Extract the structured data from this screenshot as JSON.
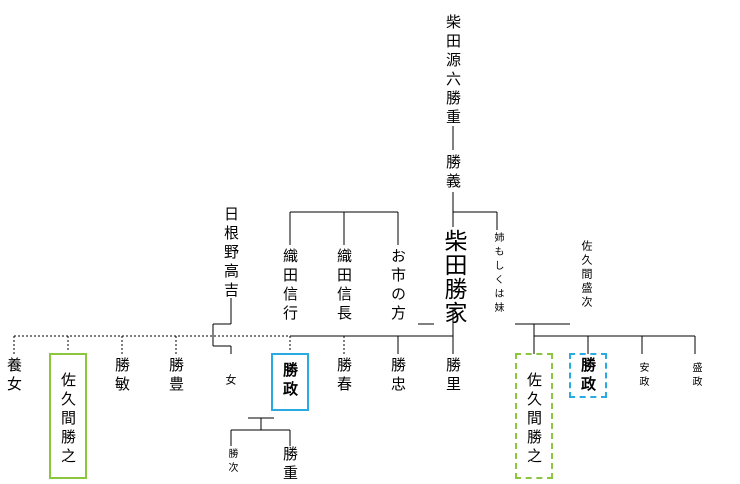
{
  "names": {
    "shibata_genroku": "柴田源六勝重",
    "katsuyoshi": "勝義",
    "shibata_katsuie": "柴田勝家",
    "ane_imouto": "姉もしくは妹",
    "hine_takayoshi": "日根野高吉",
    "oda_nobuyuki": "織田信行",
    "oda_nobunaga": "織田信長",
    "oichi": "お市の方",
    "sakuma_morimasa_parent": "佐久間盛次",
    "yojo": "養女",
    "sakuma_katsuyuki_left": "佐久間勝之",
    "katsutoshi": "勝敏",
    "katsutoyo": "勝豊",
    "onna": "女",
    "katsumasa_left": "勝政",
    "katsuharu": "勝春",
    "katsutada": "勝忠",
    "katsusato": "勝里",
    "sakuma_katsuyuki_right": "佐久間勝之",
    "katsumasa_right": "勝政",
    "yasumasa": "安政",
    "morimasa": "盛政",
    "katsutsugu": "勝次",
    "katsushige": "勝重"
  },
  "colors": {
    "line": "#000000",
    "green": "#8cc63f",
    "blue": "#29abe2"
  }
}
